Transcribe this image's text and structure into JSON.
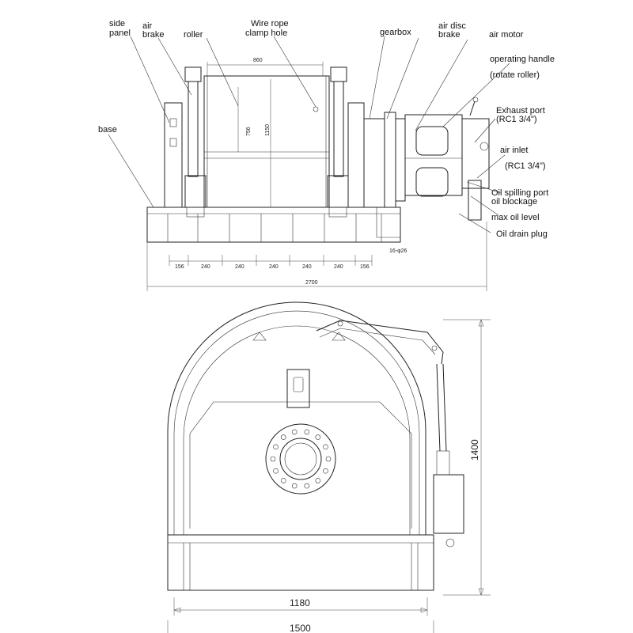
{
  "top_view": {
    "labels": {
      "side_panel_1": "side",
      "side_panel_2": "panel",
      "air_brake_1": "air",
      "air_brake_2": "brake",
      "roller": "roller",
      "clamp_hole_1": "Wire rope",
      "clamp_hole_2": "clamp hole",
      "gearbox": "gearbox",
      "air_disc_brake_1": "air disc",
      "air_disc_brake_2": "brake",
      "air_motor": "air motor",
      "operating_handle": "operating handle",
      "rotate_roller": "(rotate roller)",
      "base": "base",
      "exhaust_port_1": "Exhaust port",
      "exhaust_port_2": "(RC1 3/4\")",
      "air_inlet_1": "air inlet",
      "air_inlet_2": "(RC1 3/4\")",
      "oil_spilling_port": "Oil spilling port",
      "oil_blockage": "oil blockage",
      "max_oil_level": "max oil level",
      "oil_drain_plug": "Oil drain plug"
    },
    "dims": {
      "drum_length": "860",
      "drum_dia_756": "756",
      "drum_dia_1150": "1150",
      "seg_156a": "156",
      "seg_240a": "240",
      "seg_240b": "240",
      "seg_240c": "240",
      "seg_240d": "240",
      "seg_240e": "240",
      "seg_156b": "156",
      "hole": "16-φ26",
      "overall_length": "2700"
    }
  },
  "side_view": {
    "dims": {
      "height": "1400",
      "inner_width": "1180",
      "overall_width": "1500"
    }
  }
}
